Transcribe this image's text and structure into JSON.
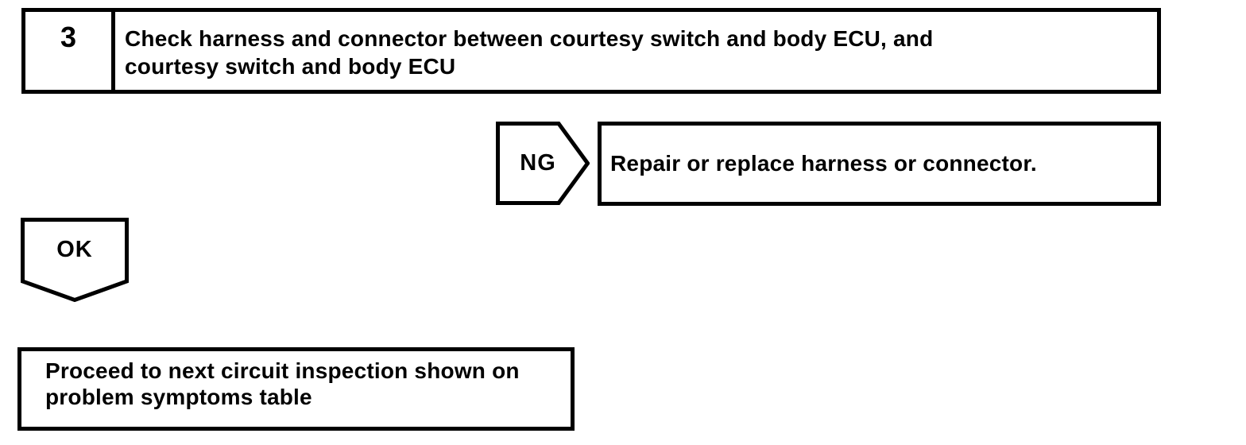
{
  "colors": {
    "ink": "#000000",
    "paper": "#ffffff"
  },
  "step_box": {
    "number": "3",
    "title_line1": "Check harness and connector between courtesy switch and body ECU, and",
    "title_line2": "courtesy switch and body ECU"
  },
  "ng_branch": {
    "label": "NG",
    "action": "Repair or replace harness or connector."
  },
  "ok_branch": {
    "label": "OK",
    "action_line1": "Proceed to next circuit inspection shown on",
    "action_line2": "problem symptoms table"
  }
}
